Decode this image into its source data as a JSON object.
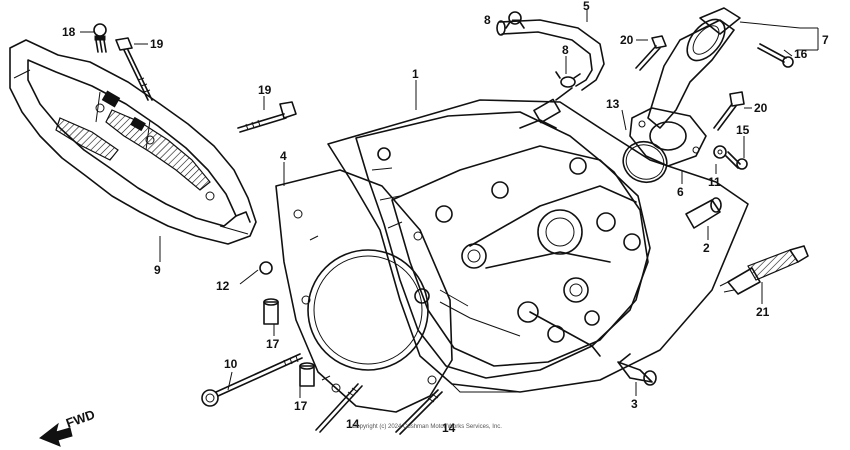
{
  "diagram": {
    "labels": {
      "p1": "1",
      "p2": "2",
      "p3": "3",
      "p4": "4",
      "p5": "5",
      "p6": "6",
      "p7": "7",
      "p8a": "8",
      "p8b": "8",
      "p9": "9",
      "p10": "10",
      "p11": "11",
      "p12": "12",
      "p13": "13",
      "p14a": "14",
      "p14b": "14",
      "p15": "15",
      "p16": "16",
      "p17a": "17",
      "p17b": "17",
      "p18": "18",
      "p19a": "19",
      "p19b": "19",
      "p20a": "20",
      "p20b": "20",
      "p21": "21"
    },
    "fwd_label": "FWD",
    "copyright": "Copyright (c) 2024 Cushman Motor Works Services, Inc."
  }
}
